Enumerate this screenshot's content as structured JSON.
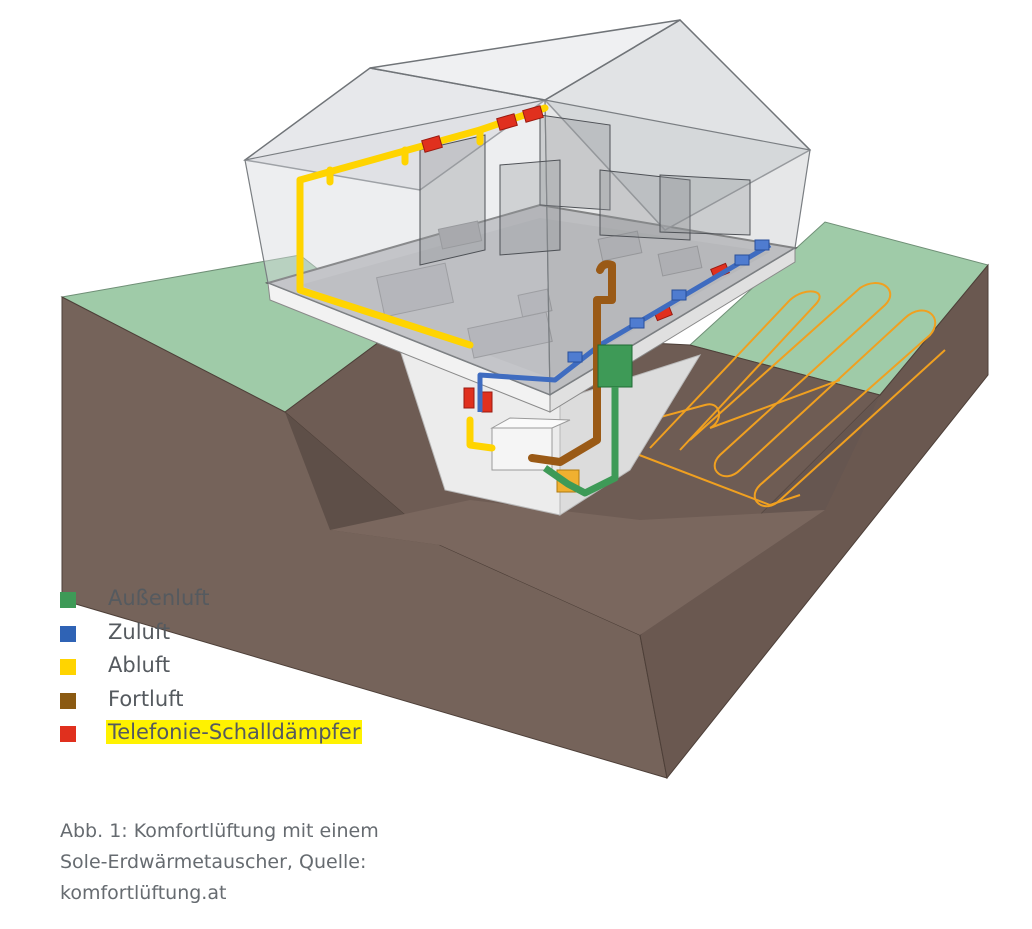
{
  "legend": {
    "items": [
      {
        "label": "Außenluft",
        "color": "#3e9a57"
      },
      {
        "label": "Zuluft",
        "color": "#2f63b5"
      },
      {
        "label": "Abluft",
        "color": "#ffd400"
      },
      {
        "label": "Fortluft",
        "color": "#8b5a12"
      },
      {
        "label": "Telefonie-Schalldämpfer",
        "color": "#e0301e",
        "highlighted": true
      }
    ]
  },
  "caption": {
    "line1": "Abb. 1: Komfortlüftung mit einem",
    "line2": "Sole-Erdwärmetauscher, Quelle:",
    "line3": "komfortlüftung.at"
  },
  "colors": {
    "grass": "#9fcba8",
    "soil": "#75635a",
    "soil_dark": "#5e4f48",
    "glass": "#d7dadd",
    "highlight": "#fff200"
  },
  "icons": {
    "ventilation_unit": "ventilation-unit-box",
    "ground_heat_exchanger": "brine-loop-coil"
  }
}
